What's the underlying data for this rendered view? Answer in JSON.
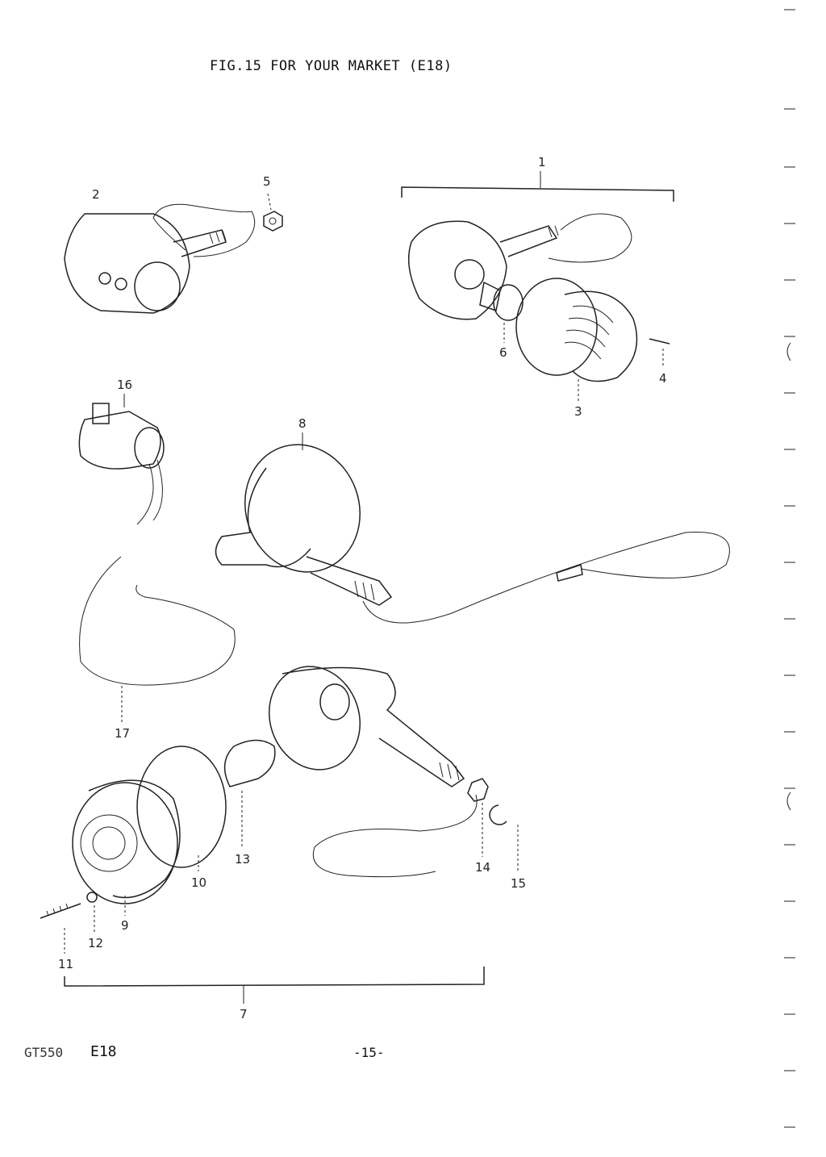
{
  "header": {
    "title": "FIG.15  FOR YOUR MARKET (E18)"
  },
  "footer": {
    "model": "GT550",
    "code": "E18",
    "page": "-15-"
  },
  "callouts": [
    "1",
    "2",
    "3",
    "4",
    "5",
    "6",
    "7",
    "8",
    "9",
    "10",
    "11",
    "12",
    "13",
    "14",
    "15",
    "16",
    "17"
  ]
}
